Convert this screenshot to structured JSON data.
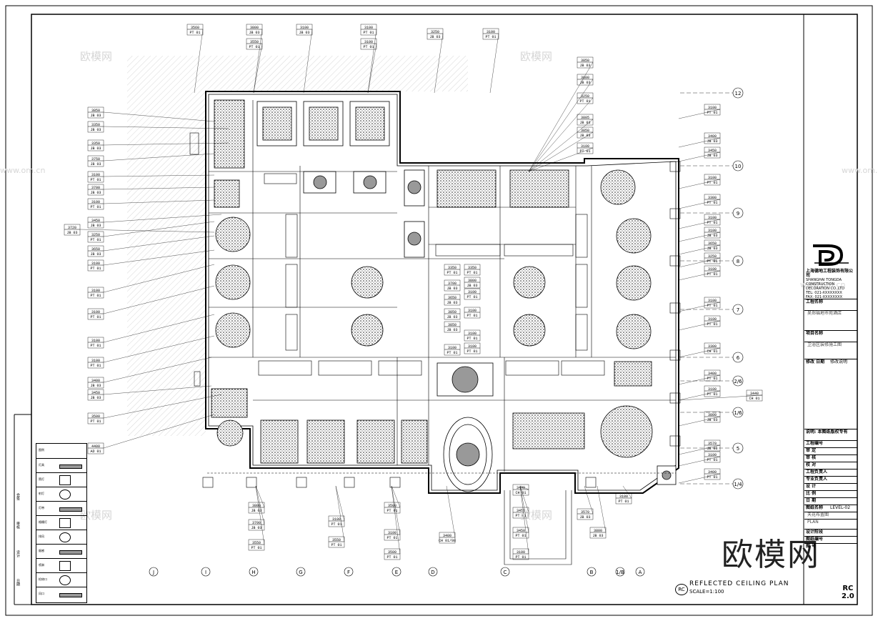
{
  "drawing": {
    "title": "REFLECTED CEILING PLAN",
    "scale": "SCALE=1:100",
    "rc_badge": "RC",
    "drawing_no_top": "RC",
    "drawing_no_bottom": "2.0"
  },
  "watermark": {
    "big": "欧模网",
    "small": [
      "欧模网",
      "欧模网",
      "欧模网",
      "欧模网",
      "www.om.cn",
      "www.om.cn",
      "www.om.cn"
    ]
  },
  "grid_columns": [
    "J",
    "I",
    "H",
    "G",
    "F",
    "E",
    "D",
    "C",
    "B",
    "1/B",
    "A"
  ],
  "grid_rows": [
    "12",
    "10",
    "9",
    "8",
    "7",
    "6",
    "2/6",
    "1/6",
    "5",
    "1/4"
  ],
  "company": {
    "cn": "上海德地工程装饰有限公司",
    "en1": "SHANGHAI TONGDA",
    "en2": "CONSTRUCTION DECORATION CO.,LTD",
    "tel": "TEL: 021-XXXXXXXX",
    "fax": "FAX: 021-XXXXXXXX"
  },
  "title_block": [
    {
      "label": "工程名称",
      "value": ""
    },
    {
      "label": "",
      "value": "吴郑福地市苑酒店"
    },
    {
      "label": "项目名称",
      "value": ""
    },
    {
      "label": "",
      "value": "卫浴区装修施工图"
    },
    {
      "label": "修改 日期",
      "value": "修改说明"
    },
    {
      "label": "说明: 本图纸版权专有",
      "value": ""
    },
    {
      "label": "工程编号",
      "value": ""
    },
    {
      "label": "审  定",
      "value": ""
    },
    {
      "label": "审  核",
      "value": ""
    },
    {
      "label": "校  对",
      "value": ""
    },
    {
      "label": "工程负责人",
      "value": ""
    },
    {
      "label": "专业负责人",
      "value": ""
    },
    {
      "label": "设  计",
      "value": ""
    },
    {
      "label": "比  例",
      "value": ""
    },
    {
      "label": "日  期",
      "value": ""
    },
    {
      "label": "图纸名称",
      "value": "LEVEL-02"
    },
    {
      "label": "",
      "value": "天花布置图"
    },
    {
      "label": "",
      "value": "PLAN"
    },
    {
      "label": "设计阶段",
      "value": ""
    },
    {
      "label": "图纸编号",
      "value": ""
    },
    {
      "label": "图  号",
      "value": ""
    }
  ],
  "legend_rows": [
    "图例",
    "灯具",
    "筒灯",
    "射灯",
    "灯带",
    "格栅灯",
    "排风",
    "烟感",
    "喷淋",
    "检修口",
    "风口"
  ],
  "side_labels": [
    "会签",
    "审核",
    "设计",
    "日期"
  ],
  "tags_left": [
    {
      "h": "3850",
      "c": "JB 03"
    },
    {
      "h": "3350",
      "c": "JB 03"
    },
    {
      "h": "3350",
      "c": "JB 03"
    },
    {
      "h": "3750",
      "c": "JB 03"
    },
    {
      "h": "3100",
      "c": "PT 01"
    },
    {
      "h": "3700",
      "c": "JB 03"
    },
    {
      "h": "3100",
      "c": "PT 01"
    },
    {
      "h": "3450",
      "c": "JB 03"
    },
    {
      "h": "3250",
      "c": "PT 01"
    },
    {
      "h": "3650",
      "c": "JB 03"
    },
    {
      "h": "3100",
      "c": "PT 01"
    },
    {
      "h": "3100",
      "c": "PT 01"
    },
    {
      "h": "3100",
      "c": "PT 01"
    },
    {
      "h": "3100",
      "c": "PT 01"
    },
    {
      "h": "3100",
      "c": "PT 01"
    },
    {
      "h": "3400",
      "c": "JB 03"
    },
    {
      "h": "3450",
      "c": "JB 03"
    },
    {
      "h": "3500",
      "c": "PT 01"
    },
    {
      "h": "4400",
      "c": "AD 01"
    }
  ],
  "tag_left_extra": {
    "h": "3720",
    "c": "JB 03"
  },
  "tags_top": [
    {
      "h": "3560",
      "c": "PT 01"
    },
    {
      "h": "3800",
      "c": "JB 03"
    },
    {
      "h": "3550",
      "c": "PT 01"
    },
    {
      "h": "3100",
      "c": "JB 03"
    },
    {
      "h": "3100",
      "c": "PT 01"
    },
    {
      "h": "3100",
      "c": "PT 01"
    },
    {
      "h": "3250",
      "c": "JB 03"
    },
    {
      "h": "3100",
      "c": "PT 01"
    }
  ],
  "tags_right": [
    {
      "h": "3100",
      "c": "PT 01"
    },
    {
      "h": "3400",
      "c": "JB 03"
    },
    {
      "h": "3450",
      "c": "JB 03"
    },
    {
      "h": "3100",
      "c": "PT 01"
    },
    {
      "h": "3300",
      "c": "PT 01"
    },
    {
      "h": "3100",
      "c": "PT 01"
    },
    {
      "h": "3100",
      "c": "JB 03"
    },
    {
      "h": "3650",
      "c": "JB 03"
    },
    {
      "h": "3250",
      "c": "PT 01"
    },
    {
      "h": "3100",
      "c": "PT 01"
    },
    {
      "h": "3100",
      "c": "PT 01"
    },
    {
      "h": "3100",
      "c": "PT 01"
    },
    {
      "h": "3300",
      "c": "CH 01"
    },
    {
      "h": "3400",
      "c": "PT 01"
    },
    {
      "h": "3100",
      "c": "PT 01"
    },
    {
      "h": "3800",
      "c": "JB 03"
    },
    {
      "h": "3570",
      "c": "JB 03"
    },
    {
      "h": "3100",
      "c": "PT 01"
    },
    {
      "h": "3400",
      "c": "PT 01"
    }
  ],
  "tag_right_extra": {
    "h": "3440",
    "c": "CH 01"
  },
  "tags_upper_right": [
    {
      "h": "3850",
      "c": "JB 03"
    },
    {
      "h": "3800",
      "c": "JB 03"
    },
    {
      "h": "3250",
      "c": "PT 01"
    },
    {
      "h": "3805",
      "c": "JB 03"
    },
    {
      "h": "3850",
      "c": "JB 03"
    },
    {
      "h": "3100",
      "c": "PT 01"
    }
  ],
  "tags_center": [
    {
      "h": "3350",
      "c": "PT 01"
    },
    {
      "h": "3700",
      "c": "JB 03"
    },
    {
      "h": "3650",
      "c": "JB 03"
    },
    {
      "h": "3850",
      "c": "JB 03"
    },
    {
      "h": "3850",
      "c": "JB 03"
    },
    {
      "h": "3100",
      "c": "PT 01"
    },
    {
      "h": "3350",
      "c": "PT 01"
    },
    {
      "h": "3800",
      "c": "JB 03"
    },
    {
      "h": "3100",
      "c": "PT 01"
    },
    {
      "h": "3100",
      "c": "PT 01"
    },
    {
      "h": "3100",
      "c": "PT 01"
    },
    {
      "h": "3100",
      "c": "PT 01"
    }
  ],
  "tags_bottom": [
    {
      "h": "3800",
      "c": "JB 03"
    },
    {
      "h": "3700",
      "c": "JB 03"
    },
    {
      "h": "3550",
      "c": "PT 01"
    },
    {
      "h": "3100",
      "c": "PT 01"
    },
    {
      "h": "3550",
      "c": "PT 01"
    },
    {
      "h": "3500",
      "c": "PT 01"
    },
    {
      "h": "3100",
      "c": "PT 01"
    },
    {
      "h": "3500",
      "c": "PT 01"
    },
    {
      "h": "3400",
      "c": "CH 01/08"
    },
    {
      "h": "3440",
      "c": "CH 01"
    },
    {
      "h": "3450",
      "c": "PT 01"
    },
    {
      "h": "3450",
      "c": "PT 01"
    },
    {
      "h": "3100",
      "c": "PT 01"
    },
    {
      "h": "3570",
      "c": "JB 03"
    },
    {
      "h": "3800",
      "c": "JB 03"
    },
    {
      "h": "3100",
      "c": "PT 01"
    }
  ]
}
